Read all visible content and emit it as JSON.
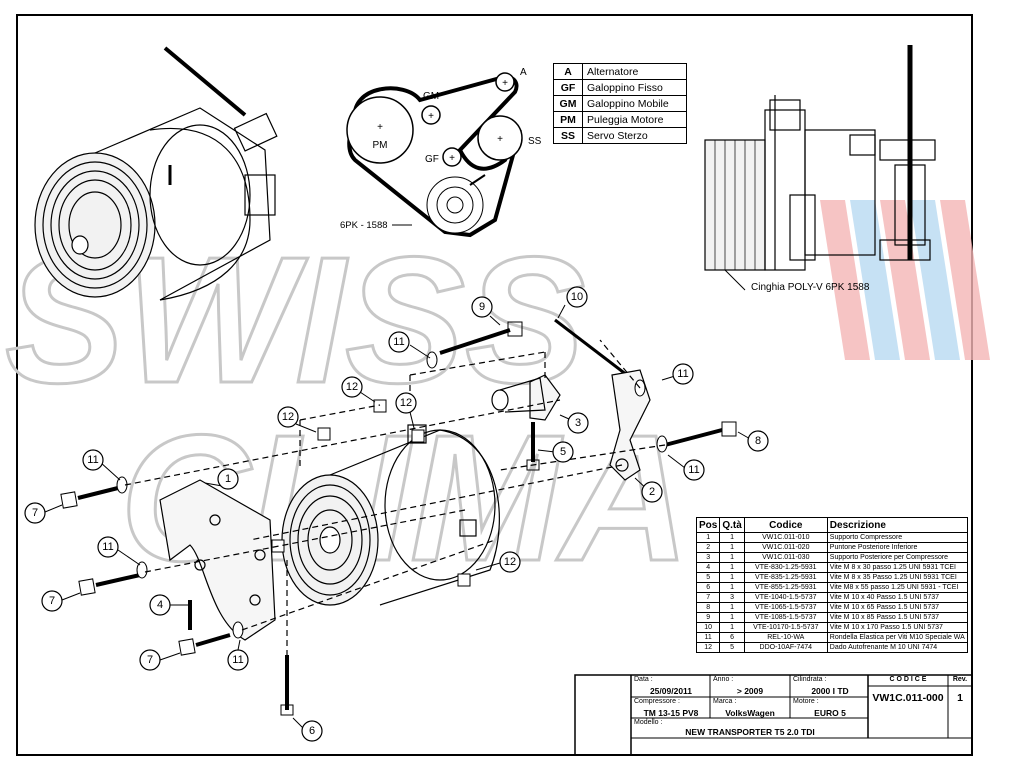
{
  "legend": [
    {
      "key": "A",
      "label": "Alternatore"
    },
    {
      "key": "GF",
      "label": "Galoppino Fisso"
    },
    {
      "key": "GM",
      "label": "Galoppino Mobile"
    },
    {
      "key": "PM",
      "label": "Puleggia Motore"
    },
    {
      "key": "SS",
      "label": "Servo Sterzo"
    }
  ],
  "belt_diagram": {
    "pm": "PM",
    "gm": "GM",
    "gf": "GF",
    "a": "A",
    "ss": "SS",
    "belt_code": "6PK - 1588"
  },
  "side_view": {
    "caption": "Cinghia POLY-V 6PK 1588"
  },
  "callouts": [
    "1",
    "2",
    "3",
    "4",
    "5",
    "6",
    "7",
    "8",
    "9",
    "10",
    "11",
    "12"
  ],
  "parts_table": {
    "headers": [
      "Pos",
      "Q.tà",
      "Codice",
      "Descrizione"
    ],
    "rows": [
      [
        "1",
        "1",
        "VW1C.011-010",
        "Supporto Compressore"
      ],
      [
        "2",
        "1",
        "VW1C.011-020",
        "Puntone Posteriore Inferiore"
      ],
      [
        "3",
        "1",
        "VW1C.011-030",
        "Supporto Posteriore per Compressore"
      ],
      [
        "4",
        "1",
        "VTE-830-1.25-5931",
        "Vite M 8 x 30 passo 1.25 UNI 5931 TCEI"
      ],
      [
        "5",
        "1",
        "VTE-835-1.25-5931",
        "Vite M 8 x 35 Passo 1.25 UNI 5931 TCEI"
      ],
      [
        "6",
        "1",
        "VTE-855-1.25-5931",
        "Vite M8 x 55 passo 1.25 UNI 5931 - TCEI"
      ],
      [
        "7",
        "3",
        "VTE-1040-1.5-5737",
        "Vite M 10 x 40 Passo 1.5 UNI 5737"
      ],
      [
        "8",
        "1",
        "VTE-1065-1.5-5737",
        "Vite M 10 x 65 Passo 1.5 UNI 5737"
      ],
      [
        "9",
        "1",
        "VTE-1085-1.5-5737",
        "Vite M 10 x 85 Passo 1.5 UNI 5737"
      ],
      [
        "10",
        "1",
        "VTE-10170-1.5-5737",
        "Vite M 10 x 170 Passo 1.5 UNI 5737"
      ],
      [
        "11",
        "6",
        "REL-10-WA",
        "Rondella Elastica per Viti M10 Speciale WA"
      ],
      [
        "12",
        "5",
        "DDO-10AF-7474",
        "Dado Autofrenante M 10 UNI 7474"
      ]
    ]
  },
  "title_block": {
    "data_label": "Data :",
    "data_value": "25/09/2011",
    "anno_label": "Anno :",
    "anno_value": "> 2009",
    "cilindrata_label": "Cilindrata :",
    "cilindrata_value": "2000 I TD",
    "compressore_label": "Compressore :",
    "compressore_value": "TM 13-15 PV8",
    "marca_label": "Marca :",
    "marca_value": "VolksWagen",
    "motore_label": "Motore :",
    "motore_value": "EURO 5",
    "modello_label": "Modello :",
    "modello_value": "NEW TRANSPORTER T5 2.0 TDI",
    "codice_label": "C O D I C E",
    "codice_value": "VW1C.011-000",
    "rev_label": "Rev.",
    "rev_value": "1"
  },
  "watermark": {
    "line1": "SWISS",
    "line2": "CLIMA"
  },
  "colors": {
    "line": "#000000",
    "watermark_outline": "#c8c8c8",
    "watermark_red": "#f4b6b6",
    "watermark_blue": "#b9daf2"
  }
}
